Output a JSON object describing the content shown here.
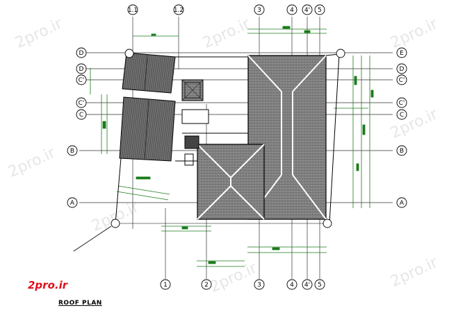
{
  "title": "ROOF PLAN",
  "watermark": "2pro.ir",
  "logo": "2pro.ir",
  "grid_top": [
    "1.1",
    "1.2",
    "3",
    "4",
    "4'",
    "5"
  ],
  "grid_bottom": [
    "1",
    "2",
    "3",
    "4",
    "4'",
    "5"
  ],
  "grid_left": [
    "D",
    "D",
    "C'",
    "C'",
    "C",
    "B",
    "A"
  ],
  "grid_right": [
    "E",
    "D",
    "C'",
    "C'",
    "C",
    "B",
    "A"
  ],
  "colors": {
    "dim": "#1a7a1a",
    "roof": "#7c7c7c",
    "ink": "#000000",
    "logo": "#e0101a"
  }
}
